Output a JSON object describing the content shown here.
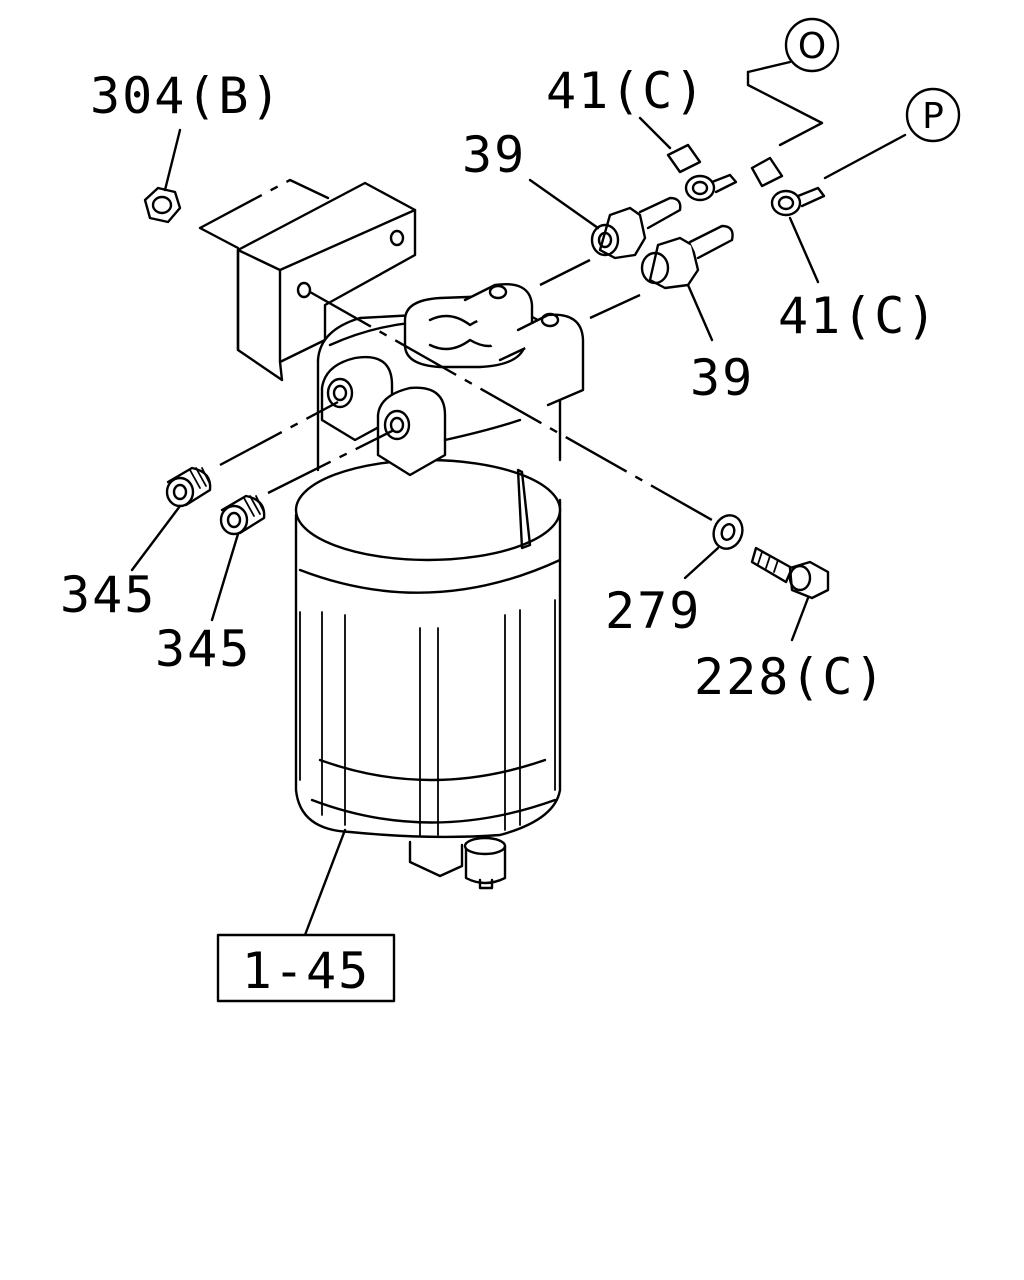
{
  "callouts": {
    "nut_304b": "304(B)",
    "clip_41c_top": "41(C)",
    "fitting_39_top": "39",
    "clip_41c_right": "41(C)",
    "fitting_39_right": "39",
    "plug_345_a": "345",
    "plug_345_b": "345",
    "washer_279": "279",
    "bolt_228c": "228(C)",
    "assembly_1_45": "1-45"
  },
  "connectors": {
    "O": "O",
    "P": "P"
  }
}
